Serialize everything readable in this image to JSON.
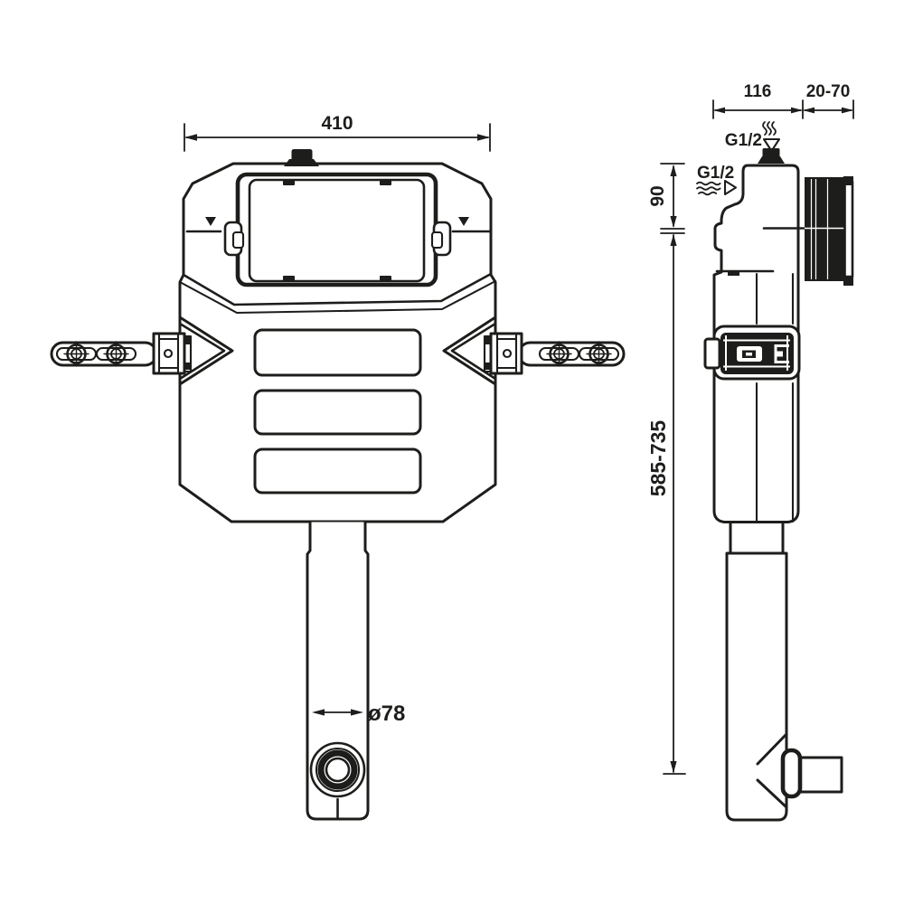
{
  "drawing": {
    "type": "technical-installation-diagram",
    "subject": "concealed-cistern",
    "colors": {
      "line": "#1d1d1b",
      "background": "#ffffff"
    },
    "front_view": {
      "width_dim": "410",
      "outlet_diameter_dim": "ø78"
    },
    "side_view": {
      "depth_dim": "116",
      "wall_spacer_range_dim": "20-70",
      "inlet_offset_dim": "90",
      "install_height_range_dim": "585-735",
      "top_inlet_thread_label": "G1/2",
      "side_inlet_thread_label": "G1/2"
    }
  }
}
